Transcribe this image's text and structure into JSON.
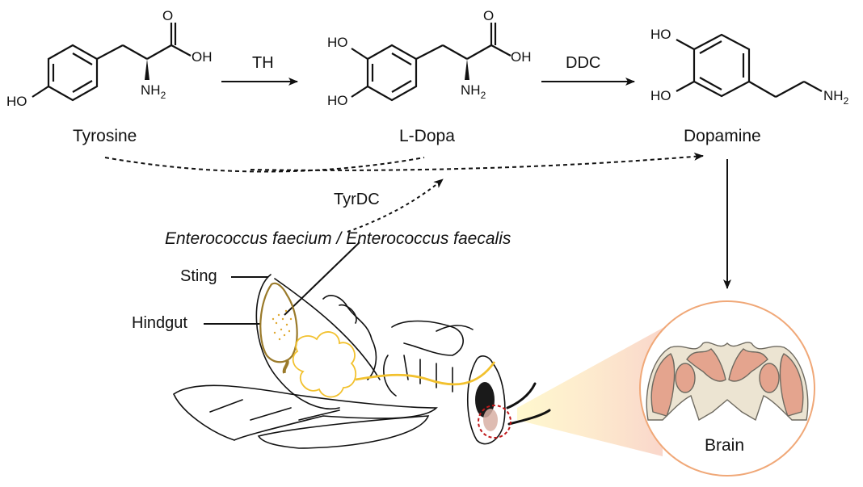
{
  "pathway": {
    "molecules": [
      {
        "name": "Tyrosine",
        "atoms": [
          "HO",
          "O",
          "OH",
          "NH2"
        ]
      },
      {
        "name": "L-Dopa",
        "atoms": [
          "HO",
          "HO",
          "O",
          "OH",
          "NH2"
        ]
      },
      {
        "name": "Dopamine",
        "atoms": [
          "HO",
          "HO",
          "NH2"
        ]
      }
    ],
    "enzymes": {
      "step1": "TH",
      "step2": "DDC",
      "bacterial": "TyrDC"
    },
    "bacteria_label": "Enterococcus faecium / Enterococcus faecalis"
  },
  "anatomy": {
    "sting_label": "Sting",
    "hindgut_label": "Hindgut",
    "brain_label": "Brain"
  },
  "colors": {
    "line": "#111111",
    "gut_yellow": "#f2c12e",
    "hindgut_brown": "#9a7a2a",
    "brain_outline": "#f0a878",
    "brain_region": "#e4a48e",
    "brain_tissue": "#ece4d2",
    "focus_circle": "#c0181a"
  }
}
